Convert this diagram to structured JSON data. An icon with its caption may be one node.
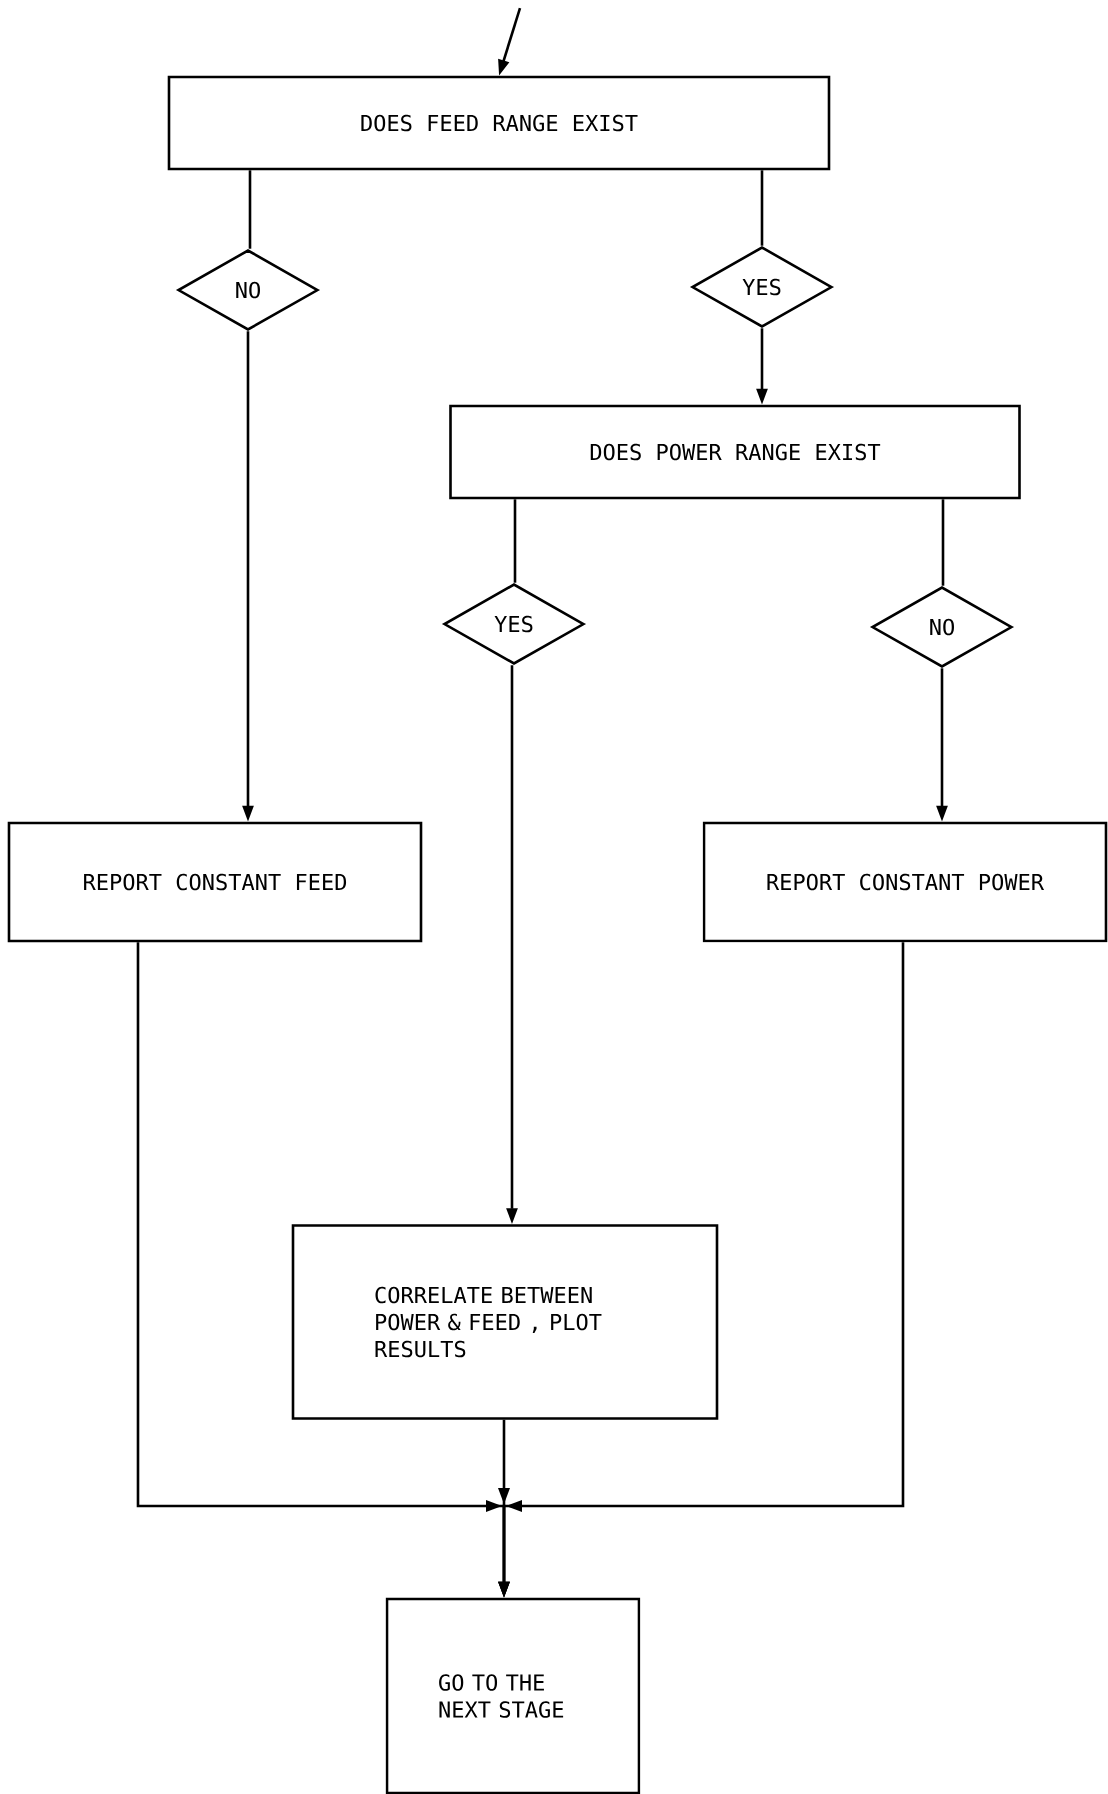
{
  "diagram": {
    "nodes": [
      {
        "text": [
          "DOES FEED RANGE EXIST"
        ]
      },
      {
        "text": [
          "NO"
        ]
      },
      {
        "text": [
          "YES"
        ]
      },
      {
        "text": [
          "DOES POWER RANGE EXIST"
        ]
      },
      {
        "text": [
          "YES"
        ]
      },
      {
        "text": [
          "NO"
        ]
      },
      {
        "text": [
          "REPORT CONSTANT FEED"
        ]
      },
      {
        "text": [
          "REPORT CONSTANT POWER"
        ]
      },
      {
        "text": [
          "CORRELATE BETWEEN POWER & FEED , PLOT RESULTS"
        ]
      },
      {
        "text": [
          "GO TO THE NEXT STAGE"
        ]
      }
    ],
    "edges": [
      {
        "from": null,
        "to": 0,
        "arrow": "to"
      },
      {
        "from": 0,
        "to": 1,
        "arrow": "none"
      },
      {
        "from": 1,
        "to": 6,
        "arrow": "to"
      },
      {
        "from": 0,
        "to": 2,
        "arrow": "none"
      },
      {
        "from": 2,
        "to": 3,
        "arrow": "to"
      },
      {
        "from": 3,
        "to": 4,
        "arrow": "none"
      },
      {
        "from": 4,
        "to": 8,
        "arrow": "to"
      },
      {
        "from": 3,
        "to": 5,
        "arrow": "none"
      },
      {
        "from": 5,
        "to": 7,
        "arrow": "to"
      },
      {
        "from": 6,
        "to": 9,
        "arrow": "to"
      },
      {
        "from": 8,
        "to": 9,
        "arrow": "to"
      },
      {
        "from": 7,
        "to": 9,
        "arrow": "to"
      }
    ]
  }
}
